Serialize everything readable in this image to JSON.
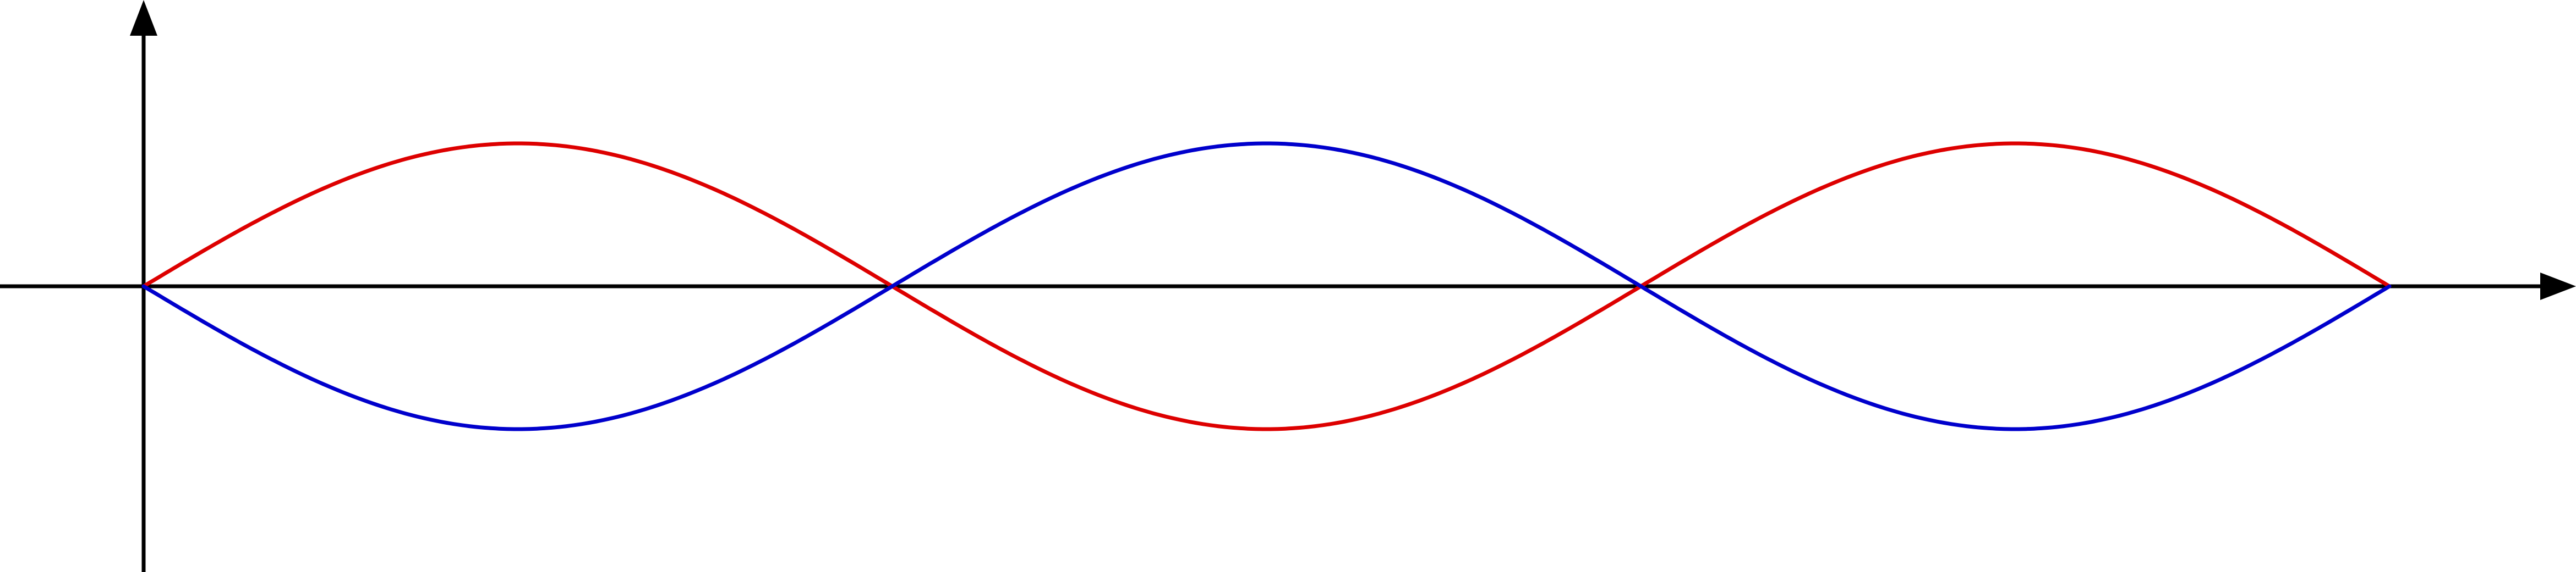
{
  "diagram": {
    "type": "standing-wave",
    "x_axis_arrow": true,
    "y_axis_arrow": true,
    "colors": {
      "axes": "#000000",
      "wave_positive": "#dd0000",
      "wave_negative": "#0000cc",
      "background": "#ffffff"
    },
    "waves": [
      {
        "id": "positive",
        "color_key": "wave_positive",
        "sign": 1
      },
      {
        "id": "negative",
        "color_key": "wave_negative",
        "sign": -1
      }
    ],
    "nodes": 4,
    "antinodes": 3,
    "half_wavelengths": 3
  }
}
